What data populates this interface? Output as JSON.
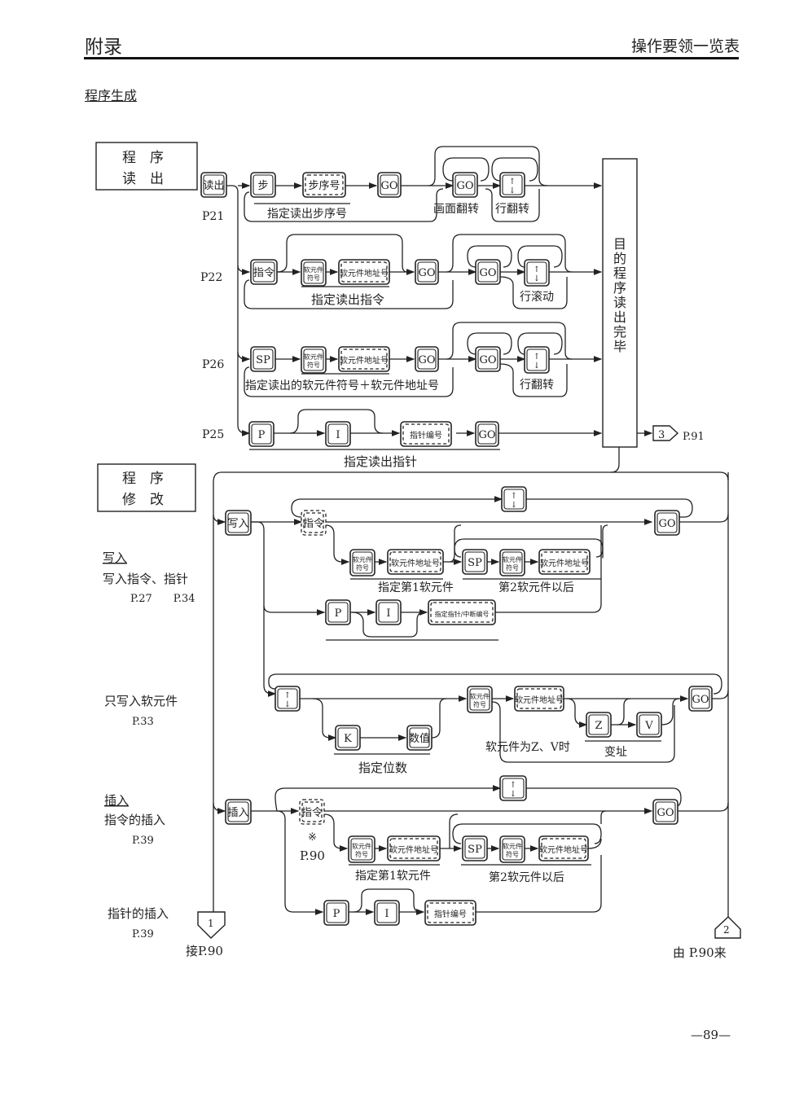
{
  "header": {
    "left": "附录",
    "right": "操作要领一览表"
  },
  "section_title": "程序生成",
  "page_number": "—89—",
  "read": {
    "box_lines": [
      "程　序",
      "读　出"
    ],
    "start_key": "读出",
    "end_box": "目的程序读出完毕",
    "exit_connector": "3",
    "exit_ref": "P.91",
    "rows": [
      {
        "ref": "P21",
        "keys": [
          "步",
          "步序号",
          "GO"
        ],
        "caption": "指定读出步序号",
        "loop_keys": [
          "GO",
          "↑↓"
        ],
        "loop_labels": [
          "画面翻转",
          "行翻转"
        ]
      },
      {
        "ref": "P22",
        "keys": [
          "指令",
          "软元件符号",
          "软元件地址号",
          "GO"
        ],
        "caption": "指定读出指令",
        "loop_keys": [
          "GO",
          "↑↓"
        ],
        "loop_labels": [
          "",
          "行滚动"
        ]
      },
      {
        "ref": "P26",
        "keys": [
          "SP",
          "软元件符号",
          "软元件地址号",
          "GO"
        ],
        "caption": "指定读出的软元件符号＋软元件地址号",
        "loop_keys": [
          "GO",
          "↑↓"
        ],
        "loop_labels": [
          "",
          "行翻转"
        ]
      },
      {
        "ref": "P25",
        "keys": [
          "P",
          "I",
          "指针编号",
          "GO"
        ],
        "caption": "指定读出指针"
      }
    ]
  },
  "modify": {
    "box_lines": [
      "程　序",
      "修　改"
    ],
    "write": {
      "heading": "写入",
      "desc": "写入指令、指针",
      "refs": "P.27　　P.34",
      "start_key": "写入",
      "keys_main": [
        "指令",
        "软元件符号",
        "软元件地址号",
        "SP",
        "软元件符号",
        "软元件地址号",
        "GO",
        "↑↓"
      ],
      "captions": [
        "指定第1软元件",
        "第2软元件以后"
      ],
      "keys_pointer": [
        "P",
        "I",
        "指定指针/中断编号"
      ]
    },
    "write_device": {
      "desc": "只写入软元件",
      "ref": "P.33",
      "keys": [
        "↑↓",
        "K",
        "数值",
        "软元件符号",
        "软元件地址号",
        "Z",
        "V",
        "GO"
      ],
      "caption_digits": "指定位数",
      "caption_zv": "软元件为Z、V时",
      "caption_index": "变址"
    },
    "insert": {
      "heading": "插入",
      "desc": "指令的插入",
      "ref": "P.39",
      "start_key": "插入",
      "note_mark": "※",
      "note_ref": "P.90",
      "keys_main": [
        "指令",
        "软元件符号",
        "软元件地址号",
        "SP",
        "软元件符号",
        "软元件地址号",
        "GO",
        "↑↓"
      ],
      "captions": [
        "指定第1软元件",
        "第2软元件以后"
      ],
      "pointer_desc": "指针的插入",
      "pointer_ref": "P.39",
      "keys_pointer": [
        "P",
        "I",
        "指针编号"
      ]
    },
    "connector_out": {
      "label": "1",
      "ref": "接P.90"
    },
    "connector_in": {
      "label": "2",
      "ref": "由 P.90来"
    }
  }
}
